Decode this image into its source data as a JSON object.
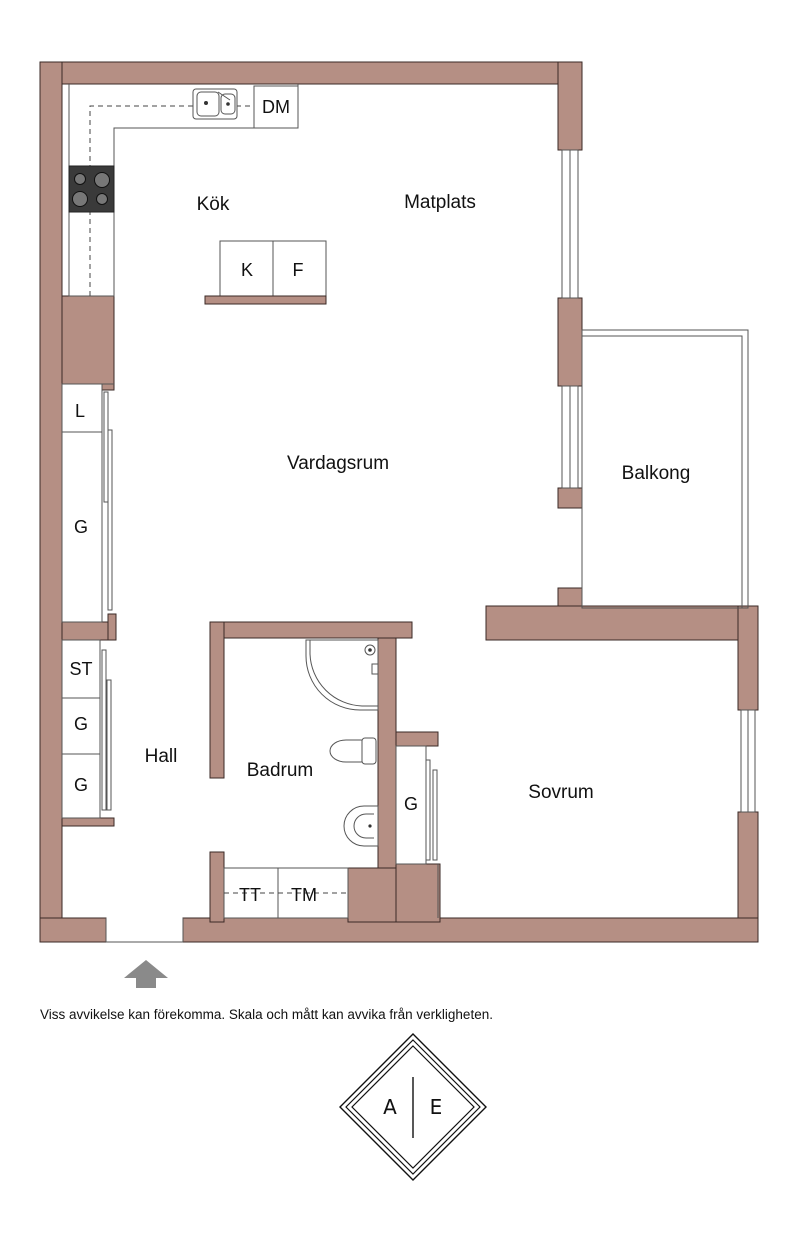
{
  "rooms": {
    "kok": "Kök",
    "matplats": "Matplats",
    "vardagsrum": "Vardagsrum",
    "balkong": "Balkong",
    "hall": "Hall",
    "badrum": "Badrum",
    "sovrum": "Sovrum"
  },
  "fixtures": {
    "dm": "DM",
    "k": "K",
    "f": "F",
    "l": "L",
    "g_hall_upper": "G",
    "st": "ST",
    "g_hall_1": "G",
    "g_hall_2": "G",
    "g_sovrum": "G",
    "tt": "TT",
    "tm": "TM"
  },
  "disclaimer": "Viss avvikelse kan förekomma. Skala och mått kan avvika från verkligheten.",
  "compass": {
    "left": "A",
    "right": "E"
  },
  "colors": {
    "wall": "#b58f84",
    "outline": "#3a2a26",
    "entrance_arrow": "#8a8a8a"
  }
}
